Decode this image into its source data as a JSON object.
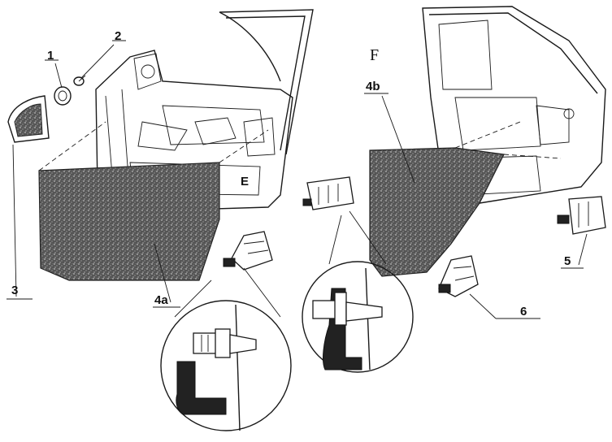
{
  "labels": {
    "item_1": "1",
    "item_2": "2",
    "item_3": "3",
    "item_4a": "4a",
    "item_4b": "4b",
    "item_5": "5",
    "item_6": "6",
    "view_e": "E",
    "view_f": "F"
  }
}
